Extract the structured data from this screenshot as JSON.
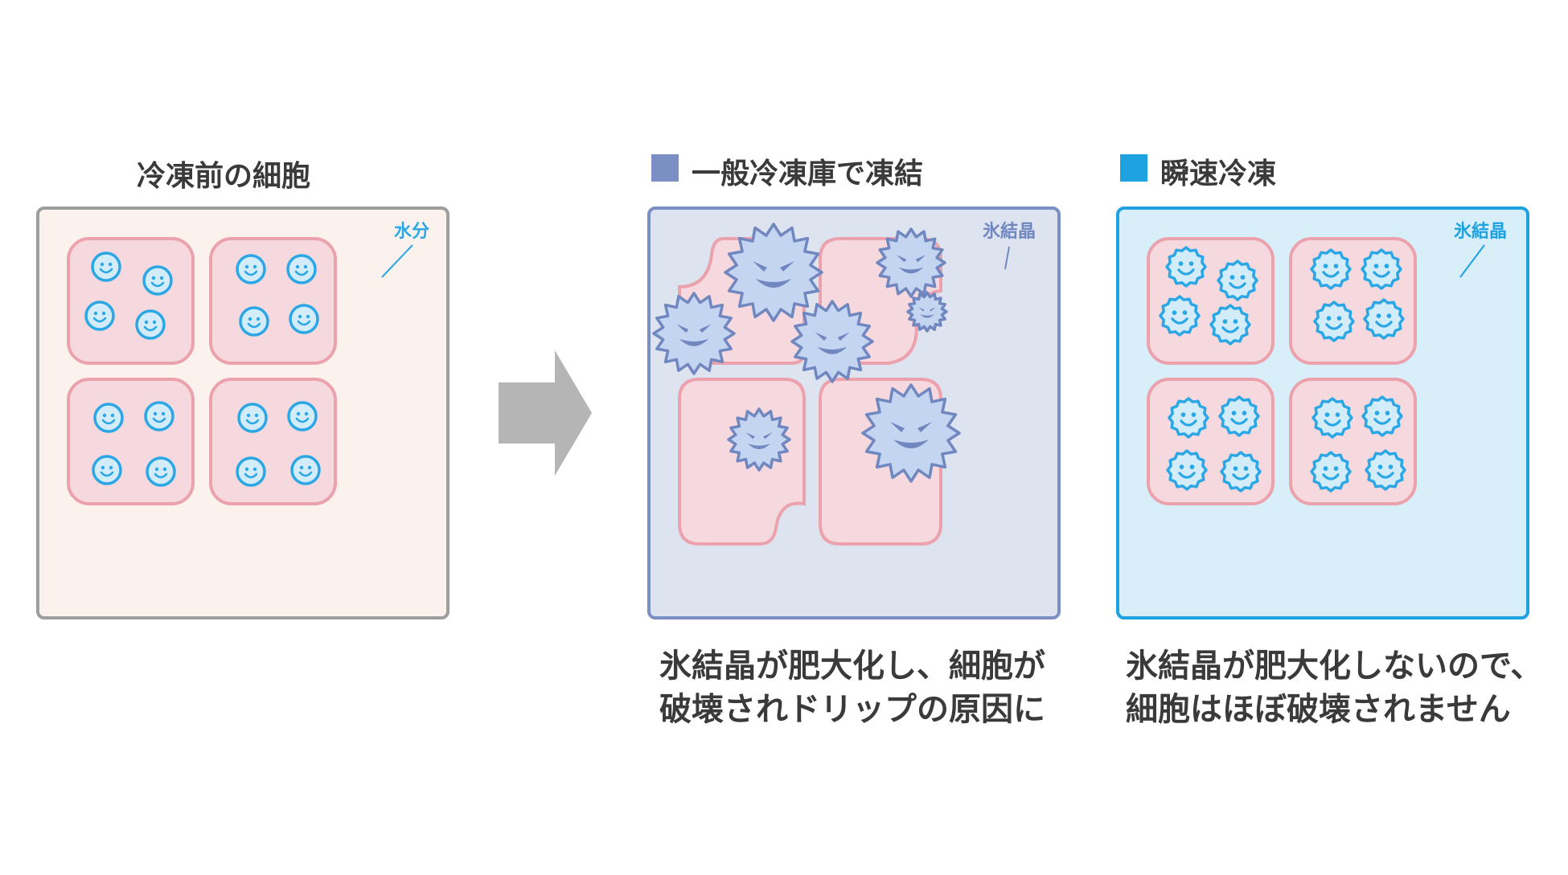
{
  "panels": {
    "before": {
      "title": "冷凍前の細胞",
      "annotation": "水分"
    },
    "normal": {
      "title": "一般冷凍庫で凍結",
      "annotation": "氷結晶",
      "caption_line1": "氷結晶が肥大化し、細胞が",
      "caption_line2": "破壊されドリップの原因に"
    },
    "rapid": {
      "title": "瞬速冷凍",
      "annotation": "氷結晶",
      "caption_line1": "氷結晶が肥大化しないので、",
      "caption_line2": "細胞はほぼ破壊されません"
    }
  },
  "colors": {
    "before_bg": "#fbf2ee",
    "before_border": "#9e9e9e",
    "normal_bg": "#dde3ef",
    "normal_border": "#7b8fc4",
    "rapid_bg": "#d8eef9",
    "rapid_border": "#1ea2e0",
    "cell_fill": "#f6d9de",
    "cell_border": "#eba2ad",
    "water_blue": "#2aa7e4",
    "water_fill": "#d3ecfa",
    "crystal_fill": "#c3d5f1",
    "crystal_stroke": "#7187c0",
    "arrow": "#b5b5b5",
    "normal_legend": "#7b8fc4",
    "rapid_legend": "#1ea2e0"
  },
  "icons": {
    "water": "smiley-droplet-icon",
    "crystal_normal": "spiky-ice-crystal-icon",
    "crystal_rapid": "small-ice-crystal-icon",
    "arrow": "right-arrow-icon",
    "legend": "square-icon"
  }
}
